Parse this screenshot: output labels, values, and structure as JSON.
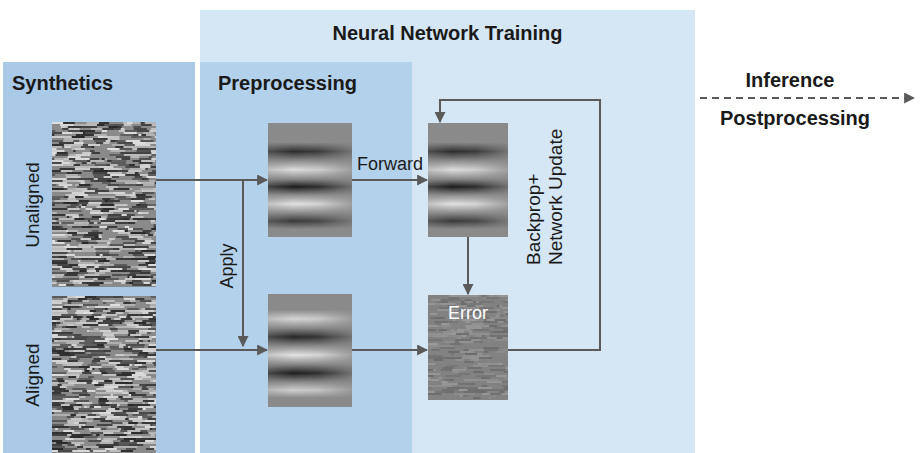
{
  "diagram": {
    "nodes": [
      {
        "text": [
          "Synthetics"
        ]
      },
      {
        "text": [
          "Neural Network Training"
        ]
      },
      {
        "text": [
          "Preprocessing"
        ],
        "in": 1
      },
      {
        "text": [
          "Unaligned"
        ],
        "in": 0
      },
      {
        "text": [
          "Aligned"
        ],
        "in": 0
      },
      {
        "text": [
          "Error"
        ],
        "in": 1
      }
    ],
    "edges": [
      {
        "from": 3,
        "to": 2,
        "arrow": "to"
      },
      {
        "from": 4,
        "to": 2,
        "arrow": "to"
      }
    ],
    "labels": [
      "Forward",
      "Apply",
      "Backprop+ Network Update",
      "Inference",
      "Postprocessing"
    ]
  }
}
